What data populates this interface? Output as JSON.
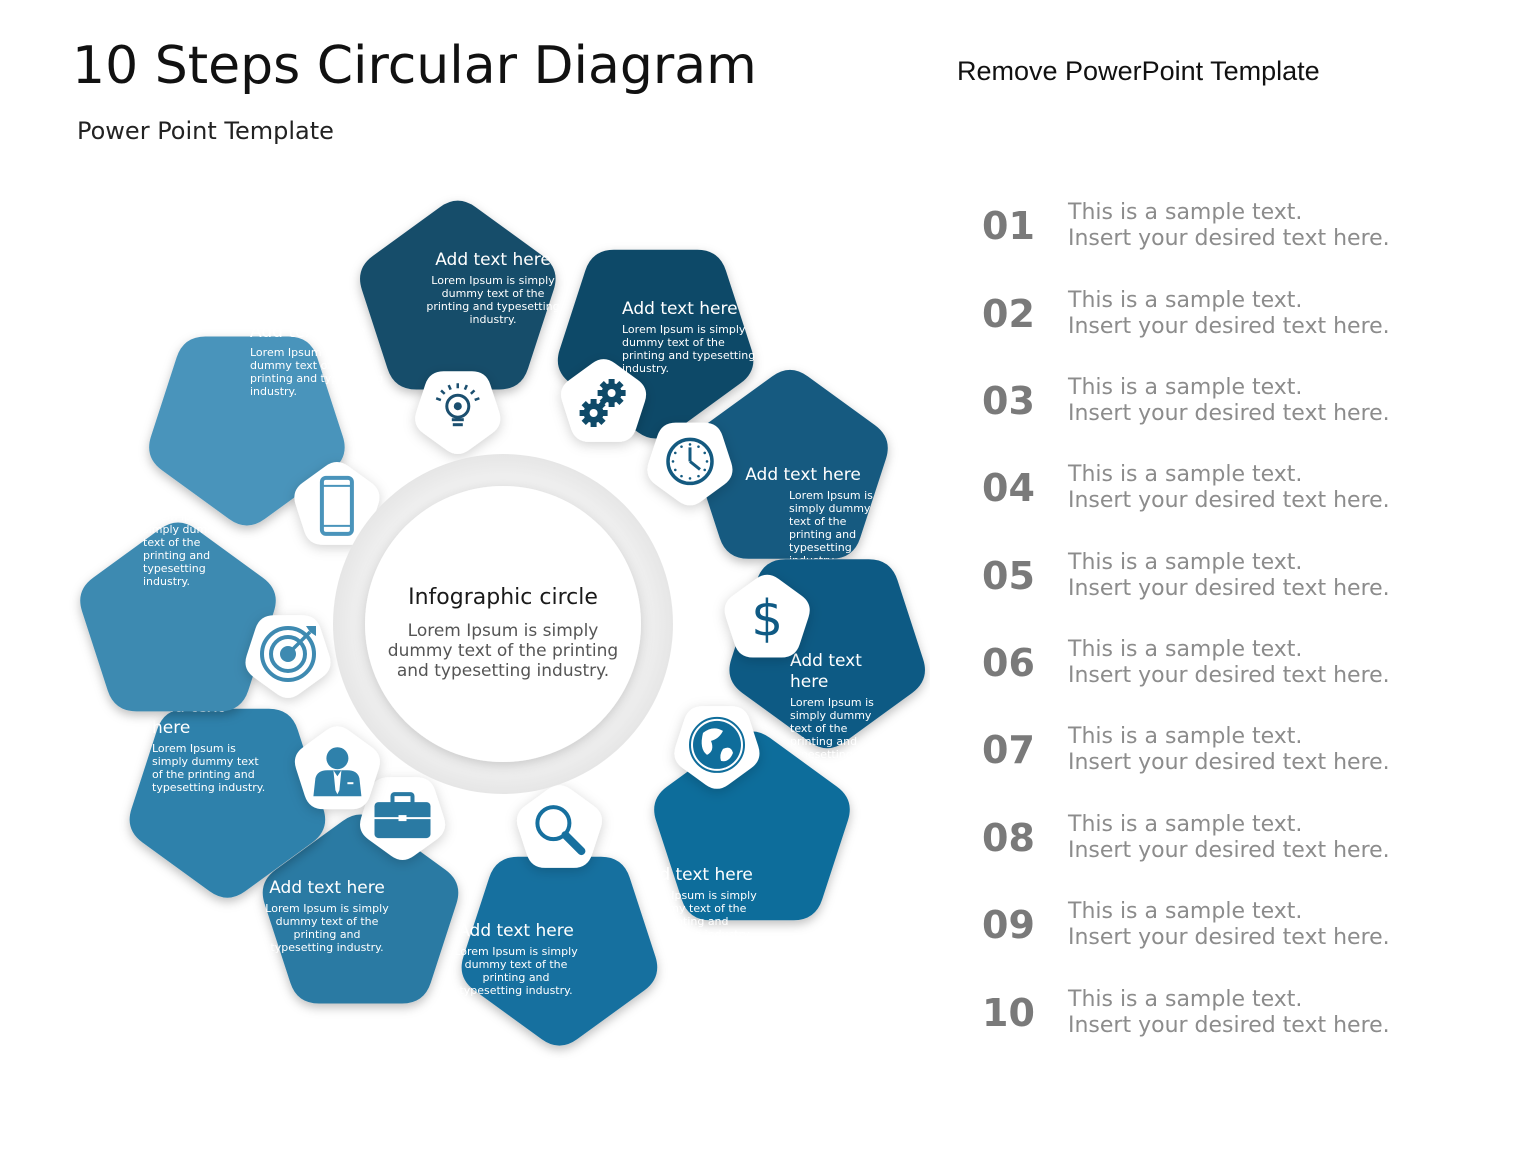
{
  "title": "10 Steps Circular Diagram",
  "subtitle": "Power Point Template",
  "remove_link": "Remove PowerPoint Template",
  "center": {
    "title": "Infographic circle",
    "body": [
      "Lorem Ipsum is simply",
      "dummy text of the printing",
      "and typesetting industry."
    ]
  },
  "segments": [
    {
      "title": [
        "Add text here"
      ],
      "body": [
        "Lorem Ipsum is simply",
        "dummy text of the",
        "printing and typesetting",
        "industry."
      ],
      "icon": "lightbulb-icon",
      "color": "#164d6b"
    },
    {
      "title": [
        "Add text here"
      ],
      "body": [
        "Lorem Ipsum is simply",
        "dummy text of the",
        "printing and typesetting",
        "industry."
      ],
      "icon": "gears-icon",
      "color": "#0f4a68"
    },
    {
      "title": [
        "Add text here"
      ],
      "body": [
        "Lorem Ipsum is",
        "simply dummy",
        "text of the",
        "printing and",
        "typesetting",
        "industry."
      ],
      "icon": "clock-icon",
      "color": "#145a80"
    },
    {
      "title": [
        "Add text",
        "here"
      ],
      "body": [
        "Lorem Ipsum is",
        "simply dummy",
        "text of the",
        "printing and",
        "typesetting",
        "industry."
      ],
      "icon": "dollar-icon",
      "color": "#0f5a84"
    },
    {
      "title": [
        "Add text here"
      ],
      "body": [
        "Lorem Ipsum is simply",
        "dummy text of the",
        "printing and",
        "typesetting industry."
      ],
      "icon": "globe-icon",
      "color": "#0f6d9b"
    },
    {
      "title": [
        "Add text here"
      ],
      "body": [
        "Lorem Ipsum is simply",
        "dummy text of the",
        "printing and",
        "typesetting industry."
      ],
      "icon": "magnifier-icon",
      "color": "#16709f"
    },
    {
      "title": [
        "Add text here"
      ],
      "body": [
        "Lorem Ipsum is simply",
        "dummy text of the",
        "printing and",
        "typesetting industry."
      ],
      "icon": "briefcase-icon",
      "color": "#2a7aa3"
    },
    {
      "title": [
        "Add text",
        "here"
      ],
      "body": [
        "Lorem Ipsum is",
        "simply dummy text",
        "of the printing and",
        "typesetting industry."
      ],
      "icon": "businessman-icon",
      "color": "#2f81ab"
    },
    {
      "title": [
        "Add text here"
      ],
      "body": [
        "Lorem Ipsum is",
        "simply dummy",
        "text of the",
        "printing and",
        "typesetting",
        "industry."
      ],
      "icon": "target-icon",
      "color": "#3e8ab1"
    },
    {
      "title": [
        "Add text here"
      ],
      "body": [
        "Lorem Ipsum is simply",
        "dummy text of the",
        "printing and typesetting",
        "industry."
      ],
      "icon": "phone-icon",
      "color": "#4a94bb"
    }
  ],
  "steps": [
    {
      "number": "01",
      "line1": "This is a sample text.",
      "line2": "Insert your desired text here."
    },
    {
      "number": "02",
      "line1": "This is a sample text.",
      "line2": "Insert your desired text here."
    },
    {
      "number": "03",
      "line1": "This is a sample text.",
      "line2": "Insert your desired text here."
    },
    {
      "number": "04",
      "line1": "This is a sample text.",
      "line2": "Insert your desired text here."
    },
    {
      "number": "05",
      "line1": "This is a sample text.",
      "line2": "Insert your desired text here."
    },
    {
      "number": "06",
      "line1": "This is a sample text.",
      "line2": "Insert your desired text here."
    },
    {
      "number": "07",
      "line1": "This is a sample text.",
      "line2": "Insert your desired text here."
    },
    {
      "number": "08",
      "line1": "This is a sample text.",
      "line2": "Insert your desired text here."
    },
    {
      "number": "09",
      "line1": "This is a sample text.",
      "line2": "Insert your desired text here."
    },
    {
      "number": "10",
      "line1": "This is a sample text.",
      "line2": "Insert your desired text here."
    }
  ]
}
